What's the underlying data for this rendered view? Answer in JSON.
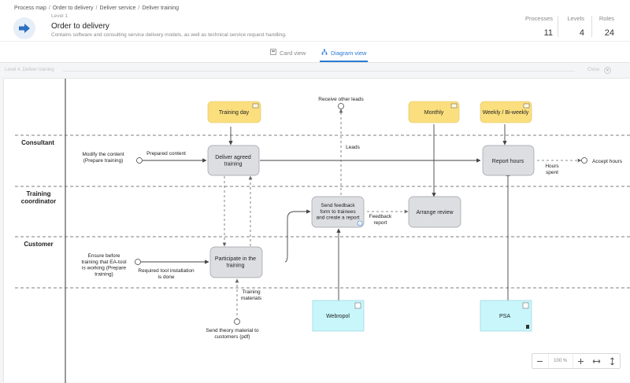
{
  "breadcrumb": [
    "Process map",
    "Order to delivery",
    "Deliver service",
    "Deliver training"
  ],
  "header": {
    "level": "Level 1",
    "title": "Order to delivery",
    "description": "Contains software and consulting service delivery models, as well as technical service request handling."
  },
  "stats": [
    {
      "label": "Processes",
      "value": "11"
    },
    {
      "label": "Levels",
      "value": "4"
    },
    {
      "label": "Roles",
      "value": "24"
    }
  ],
  "tabs": {
    "card": "Card view",
    "diagram": "Diagram view",
    "active": "diagram"
  },
  "subbar": {
    "left": "Level 4. Deliver training",
    "close": "Close"
  },
  "diagram": {
    "lanes": [
      "Consultant",
      "Training\ncoordinator",
      "Customer"
    ],
    "activities": {
      "deliver": "Deliver agreed\ntraining",
      "report": "Report hours",
      "feedback": "Send feedback\nform to trainees\nand create a report",
      "arrange": "Arrange review",
      "participate": "Participate in the\ntraining"
    },
    "triggers": {
      "training_day": "Training day",
      "monthly": "Monthly",
      "weekly": "Weekly / Bi-weekly"
    },
    "systems": {
      "webropol": "Webropol",
      "psa": "PSA"
    },
    "events": {
      "modify": "Modify the content\n(Prepare training)",
      "ensure": "Ensure before\ntraining that EA-tool\nis working (Prepare\ntraining)",
      "receive": "Receive other leads",
      "accept": "Accept hours",
      "send_theory": "Send theory material to\ncustomers (pdf)"
    },
    "flows": {
      "prepared": "Prepared content",
      "leads": "Leads",
      "hours_spent": "Hours\nspent",
      "required": "Required tool installation\nis done",
      "feedback_report": "Feedback\nreport",
      "materials": "Training\nmaterials"
    }
  },
  "zoom": {
    "value": "100 %"
  },
  "colors": {
    "accent": "#2a7ad2",
    "activity": "#dcdee2",
    "trigger": "#fbdf7e",
    "system": "#c8f6fb"
  }
}
